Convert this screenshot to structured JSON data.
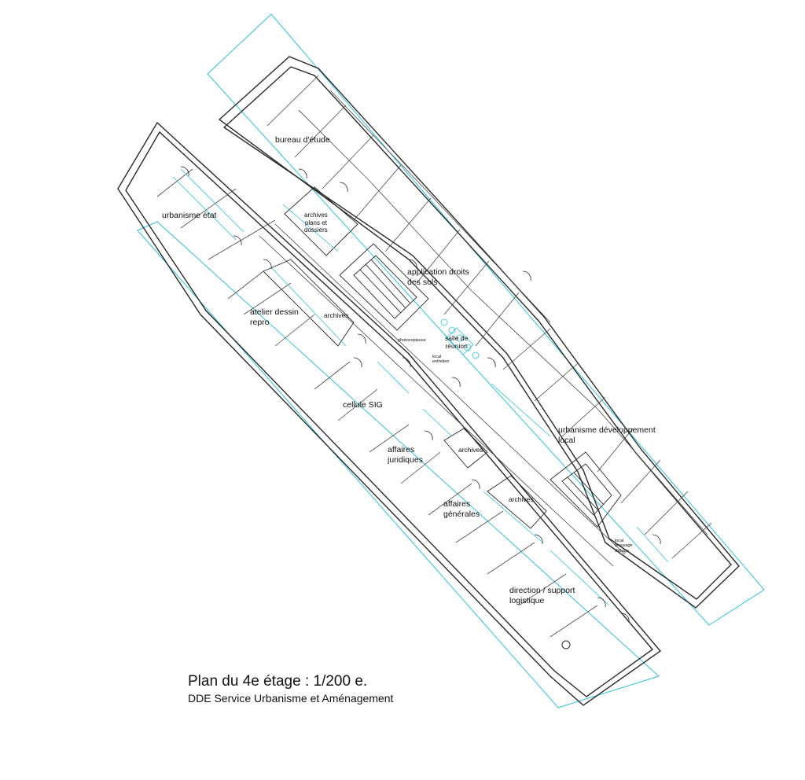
{
  "caption": {
    "title": "Plan du 4e étage : 1/200 e.",
    "subtitle": "DDE Service Urbanisme et Aménagement"
  },
  "rooms": {
    "bureau_etude": "bureau d'étude",
    "urbanisme_etat": "urbanisme état",
    "archives_plans": "archives\nplans et\ndossiers",
    "application_droits": "application droits\ndes sols",
    "atelier_dessin": "atelier dessin\nrepro",
    "archives_1": "archives",
    "photocopieuse": "photocopieuse",
    "salle_reunion": "salle de\nréunion",
    "local_entretien": "local\nentretien",
    "cellule_sig": "cellule SIG",
    "affaires_juridiques": "affaires\njuridiques",
    "archives_2": "archives",
    "urbanisme_developpement": "urbanisme développement\nlocal",
    "archives_3": "archives",
    "affaires_generales": "affaires\ngénérales",
    "local_brassage": "local\nbrassage\nd'étage",
    "direction_support": "direction / support\nlogistique"
  },
  "colors": {
    "wall": "#2b2b2b",
    "grid": "#4a4a4a",
    "outline": "#2fc3d6",
    "text": "#111111"
  }
}
